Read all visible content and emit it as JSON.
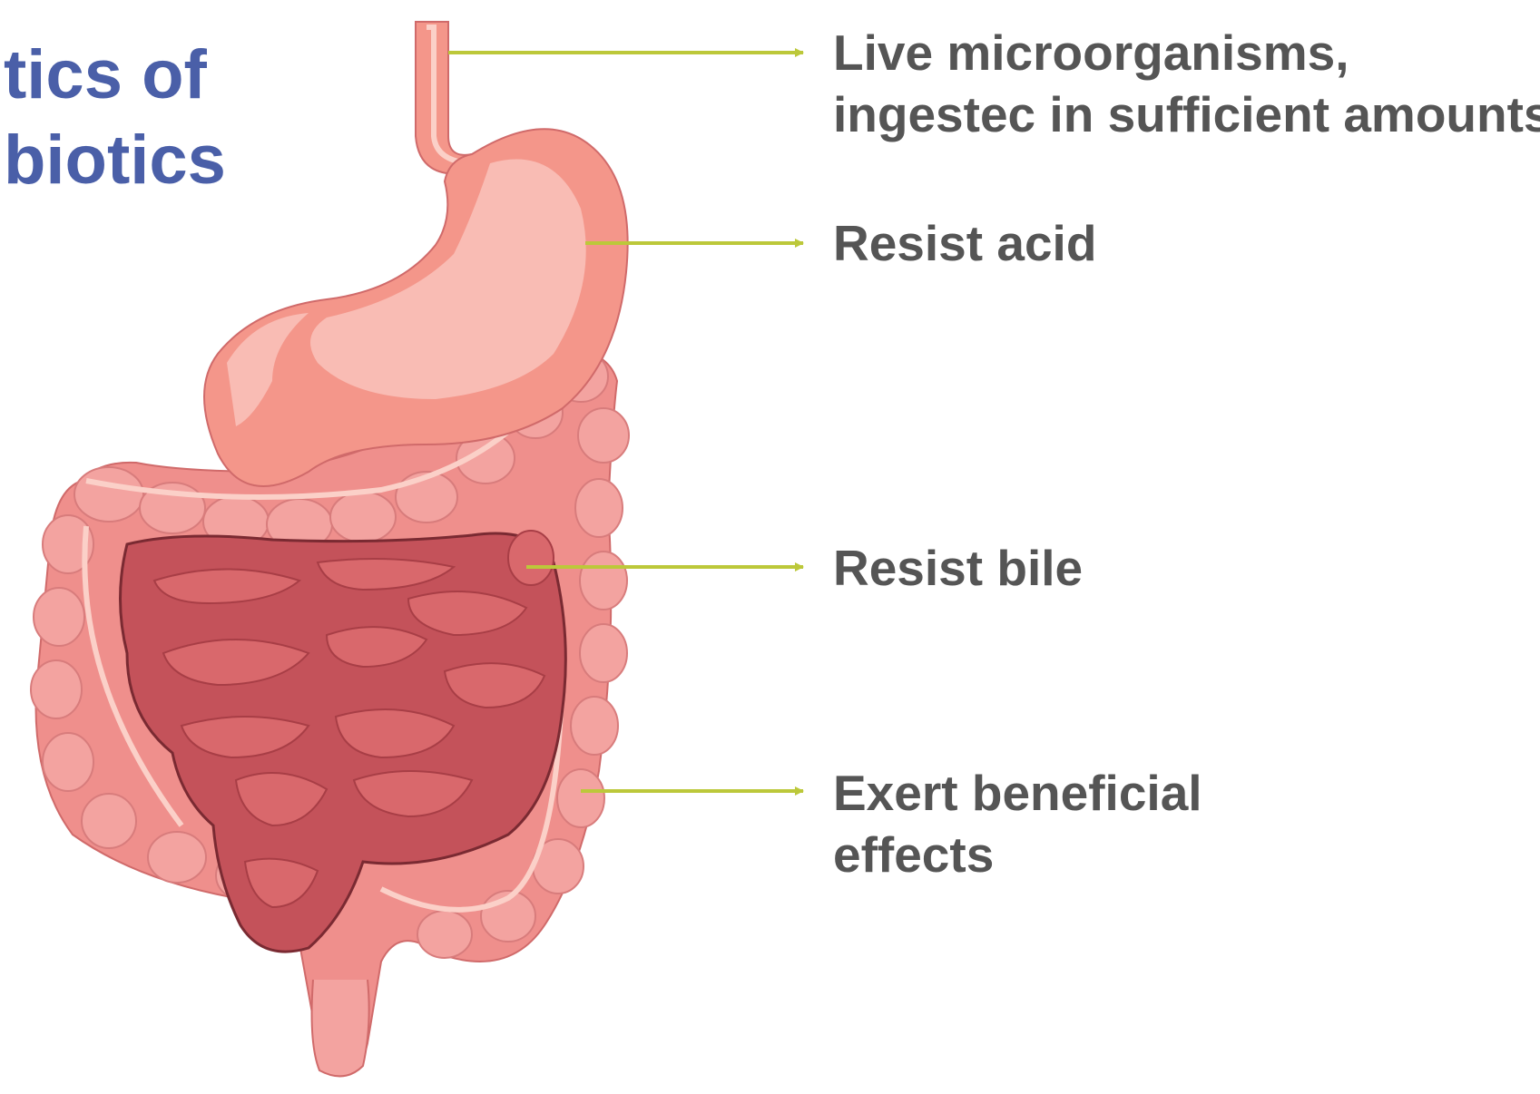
{
  "title": {
    "line1": "tics of",
    "line2": "biotics"
  },
  "labels": [
    {
      "id": "microorganisms",
      "lines": [
        "Live microorganisms,",
        "ingestec in sufficient amounts"
      ]
    },
    {
      "id": "acid",
      "lines": [
        "Resist acid"
      ]
    },
    {
      "id": "bile",
      "lines": [
        "Resist bile"
      ]
    },
    {
      "id": "effects",
      "lines": [
        "Exert beneficial",
        "effects"
      ]
    }
  ],
  "colors": {
    "title": "#4a5fa8",
    "label_text": "#555555",
    "arrow": "#bcc83a",
    "stomach": "#f4968a",
    "stomach_light": "#f9bcb4",
    "large_intestine": "#ef8f8c",
    "small_intestine": "#c4525a",
    "outline": "#d06a6a"
  }
}
